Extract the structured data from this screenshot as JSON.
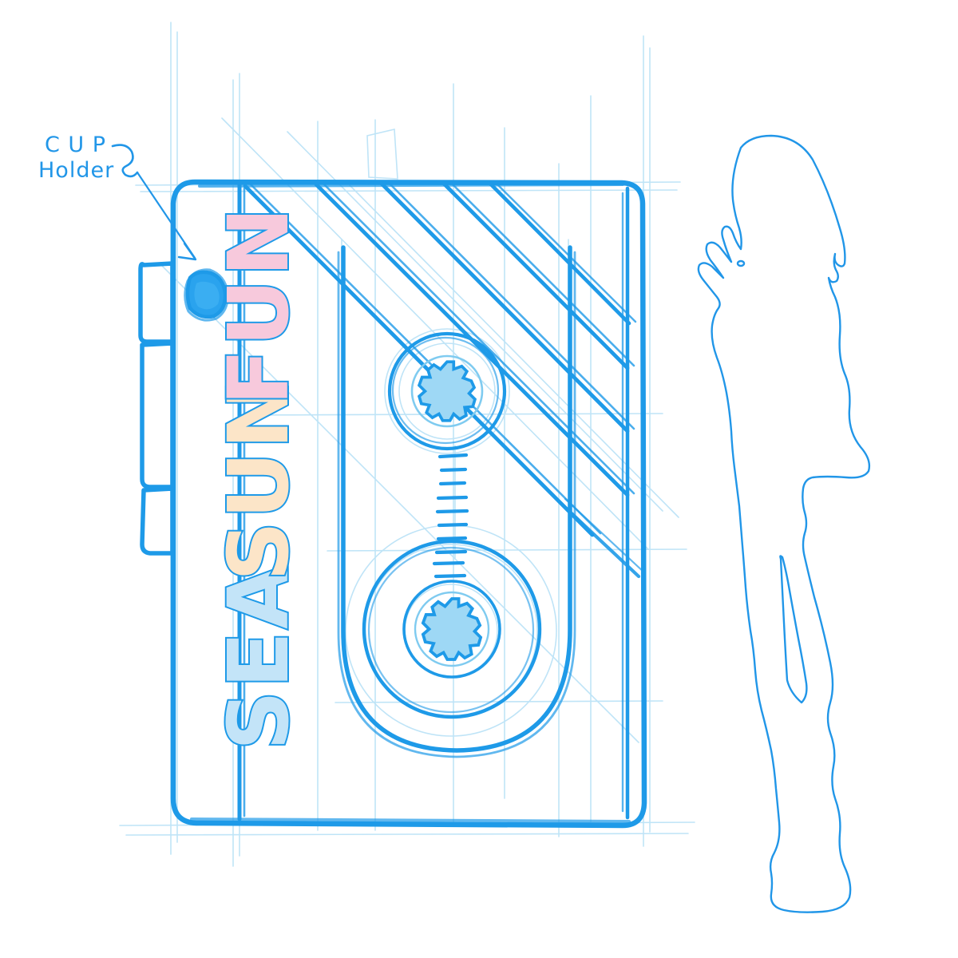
{
  "sketch": {
    "title": "Cassette Tape Cooler Concept Sketch",
    "medium": "digital pencil / marker line drawing",
    "background_color": "#ffffff",
    "ink_color": "#1e9ae8",
    "guide_line_color": "#bfe4f7"
  },
  "annotation": {
    "label_line_1": "C U P",
    "label_line_2": "Holder",
    "full_text": "CUP Holder",
    "points_to": "cup-holder-knob",
    "text_color": "#2196e8"
  },
  "product": {
    "name": "cassette-tape-cooler",
    "body_shape": "rounded rectangle",
    "outline_color": "#1e9ae8"
  },
  "branding": {
    "words": [
      {
        "text": "SEA",
        "fill": "#c3e4f8",
        "stroke": "#1e9ae8"
      },
      {
        "text": "SUN",
        "fill": "#fce5c8",
        "stroke": "#1e9ae8"
      },
      {
        "text": "FUN",
        "fill": "#f7c9dc",
        "stroke": "#1e9ae8"
      }
    ],
    "full_text": "SEA SUN FUN",
    "orientation": "rotated 90 degrees counter-clockwise, reads bottom to top"
  },
  "controls": {
    "knob": {
      "name": "cup-holder-knob",
      "fill": "#2aa3ee",
      "stroke": "#1e9ae8"
    },
    "side_tabs": [
      {
        "name": "side-tab-1"
      },
      {
        "name": "side-tab-2"
      },
      {
        "name": "side-tab-3"
      }
    ],
    "side_tab_count": 3
  },
  "reels": {
    "upper": {
      "name": "upper-reel",
      "hub_fill": "#9ed8f5",
      "hub_stroke": "#1e9ae8",
      "teeth": 6
    },
    "lower": {
      "name": "lower-reel",
      "hub_fill": "#9ed8f5",
      "hub_stroke": "#1e9ae8",
      "teeth": 6
    },
    "tape_ticks": 10
  },
  "stripes": {
    "name": "diagonal-stripes",
    "count": 4,
    "direction": "upper-left to lower-right",
    "color": "#1e9ae8"
  },
  "scale_figure": {
    "name": "human-scale-figure",
    "description": "standing person outline, facing left, hand near chin",
    "stroke_color": "#2196e8",
    "fill": "none"
  }
}
